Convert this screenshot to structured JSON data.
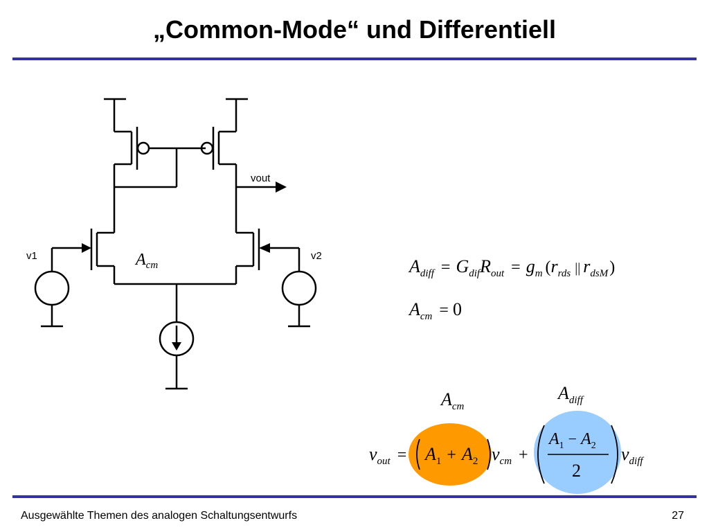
{
  "slide": {
    "title": "„Common-Mode“ und Differentiell",
    "footer_text": "Ausgewählte Themen des analogen Schaltungsentwurfs",
    "page_number": "27"
  },
  "circuit": {
    "output_label": "vout",
    "input_left_label": "v1",
    "input_right_label": "v2",
    "gain_label_main": "A",
    "gain_label_sub": "cm"
  },
  "equations": {
    "line1": {
      "A": "A",
      "diff": "diff",
      "eq1": "=",
      "G": "G",
      "dif": "dif",
      "R": "R",
      "out": "out",
      "eq2": "=",
      "g": "g",
      "m": "m",
      "open": "(",
      "r1": "r",
      "rds": "rds",
      "par": "||",
      "r2": "r",
      "dsM": "dsM",
      "close": ")"
    },
    "line2": {
      "A": "A",
      "cm": "cm",
      "eq": "=",
      "zero": "0"
    },
    "bottom": {
      "label_cm_main": "A",
      "label_cm_sub": "cm",
      "label_diff_main": "A",
      "label_diff_sub": "diff",
      "v_out": "v",
      "out": "out",
      "eq": "=",
      "a1": "A",
      "a1_sub": "1",
      "plus1": "+",
      "a2": "A",
      "a2_sub": "2",
      "v_cm": "v",
      "cm": "cm",
      "plus2": "+",
      "num_a1": "A",
      "num_a1_sub": "1",
      "minus": "−",
      "num_a2": "A",
      "num_a2_sub": "2",
      "den": "2",
      "v_diff": "v",
      "diff": "diff"
    },
    "colors": {
      "cm_highlight": "#ff9900",
      "diff_highlight": "#99ccff",
      "rule": "#333399"
    }
  }
}
